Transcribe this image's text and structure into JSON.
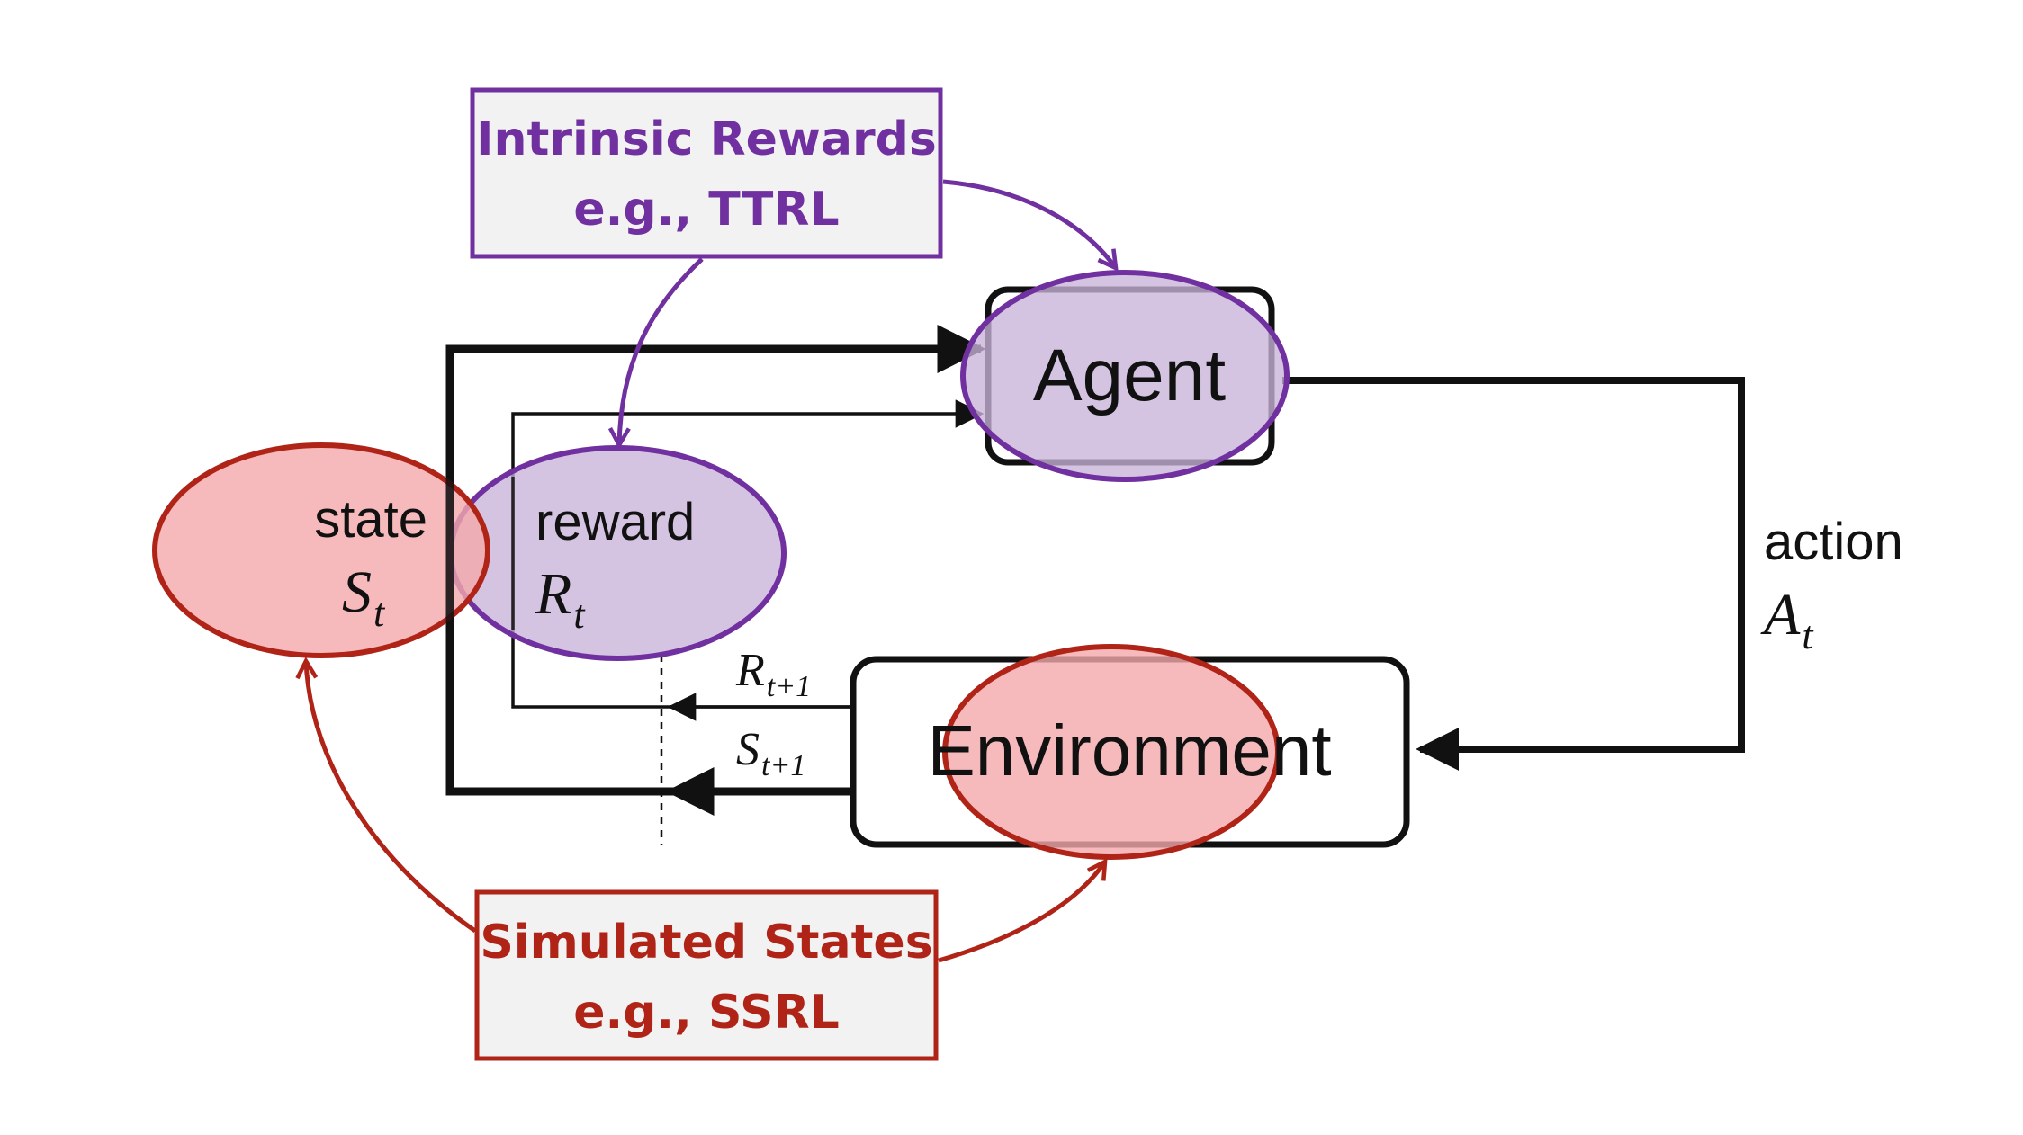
{
  "diagram": {
    "agent_label": "Agent",
    "environment_label": "Environment",
    "state_label": "state",
    "state_symbol": "S",
    "state_sub": "t",
    "reward_label": "reward",
    "reward_symbol": "R",
    "reward_sub": "t",
    "action_label": "action",
    "action_symbol": "A",
    "action_sub": "t",
    "next_reward_symbol": "R",
    "next_reward_sub": "t+1",
    "next_state_symbol": "S",
    "next_state_sub": "t+1"
  },
  "callouts": {
    "intrinsic": {
      "line1": "Intrinsic Rewards",
      "line2": "e.g., TTRL",
      "color": "#7030a0"
    },
    "simulated": {
      "line1": "Simulated States",
      "line2": "e.g., SSRL",
      "color": "#b02418"
    }
  },
  "colors": {
    "purple_fill": "#c9b3d9",
    "red_fill": "#f4a9ab",
    "box_fill": "#f2f2f2",
    "ink": "#111111"
  }
}
